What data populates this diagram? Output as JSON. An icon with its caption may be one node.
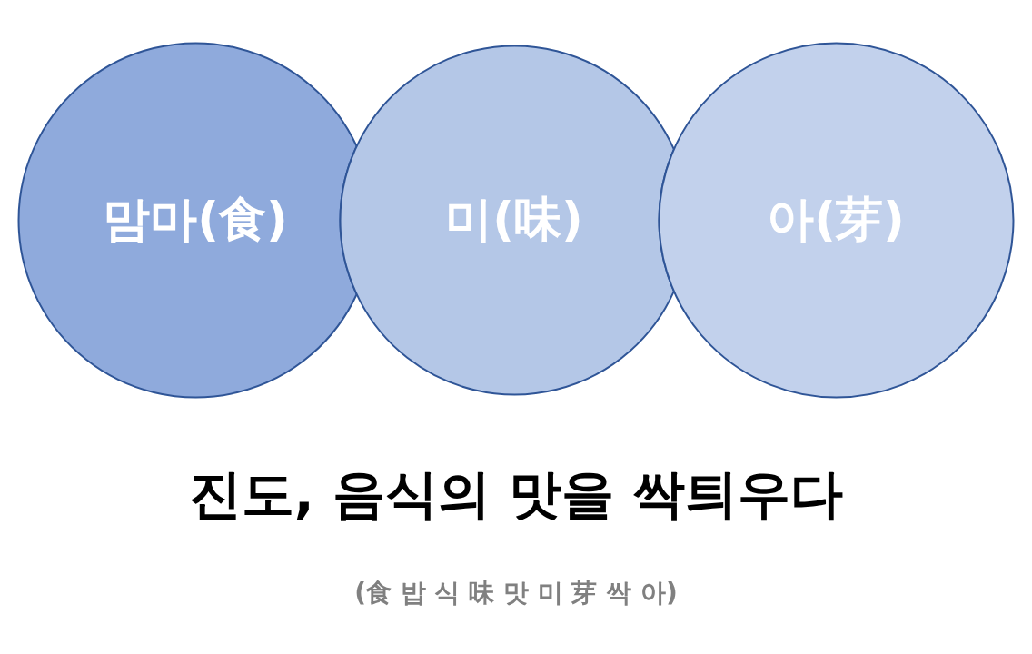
{
  "diagram": {
    "title": "진도, 음식의 맛을 싹틔우다",
    "caption": "(食 밥 식 味 맛 미 芽 싹 아)",
    "nodes": [
      {
        "text": [
          "맘마(食)"
        ]
      },
      {
        "text": [
          "미(味)"
        ]
      },
      {
        "text": [
          "아(芽)"
        ]
      }
    ]
  }
}
